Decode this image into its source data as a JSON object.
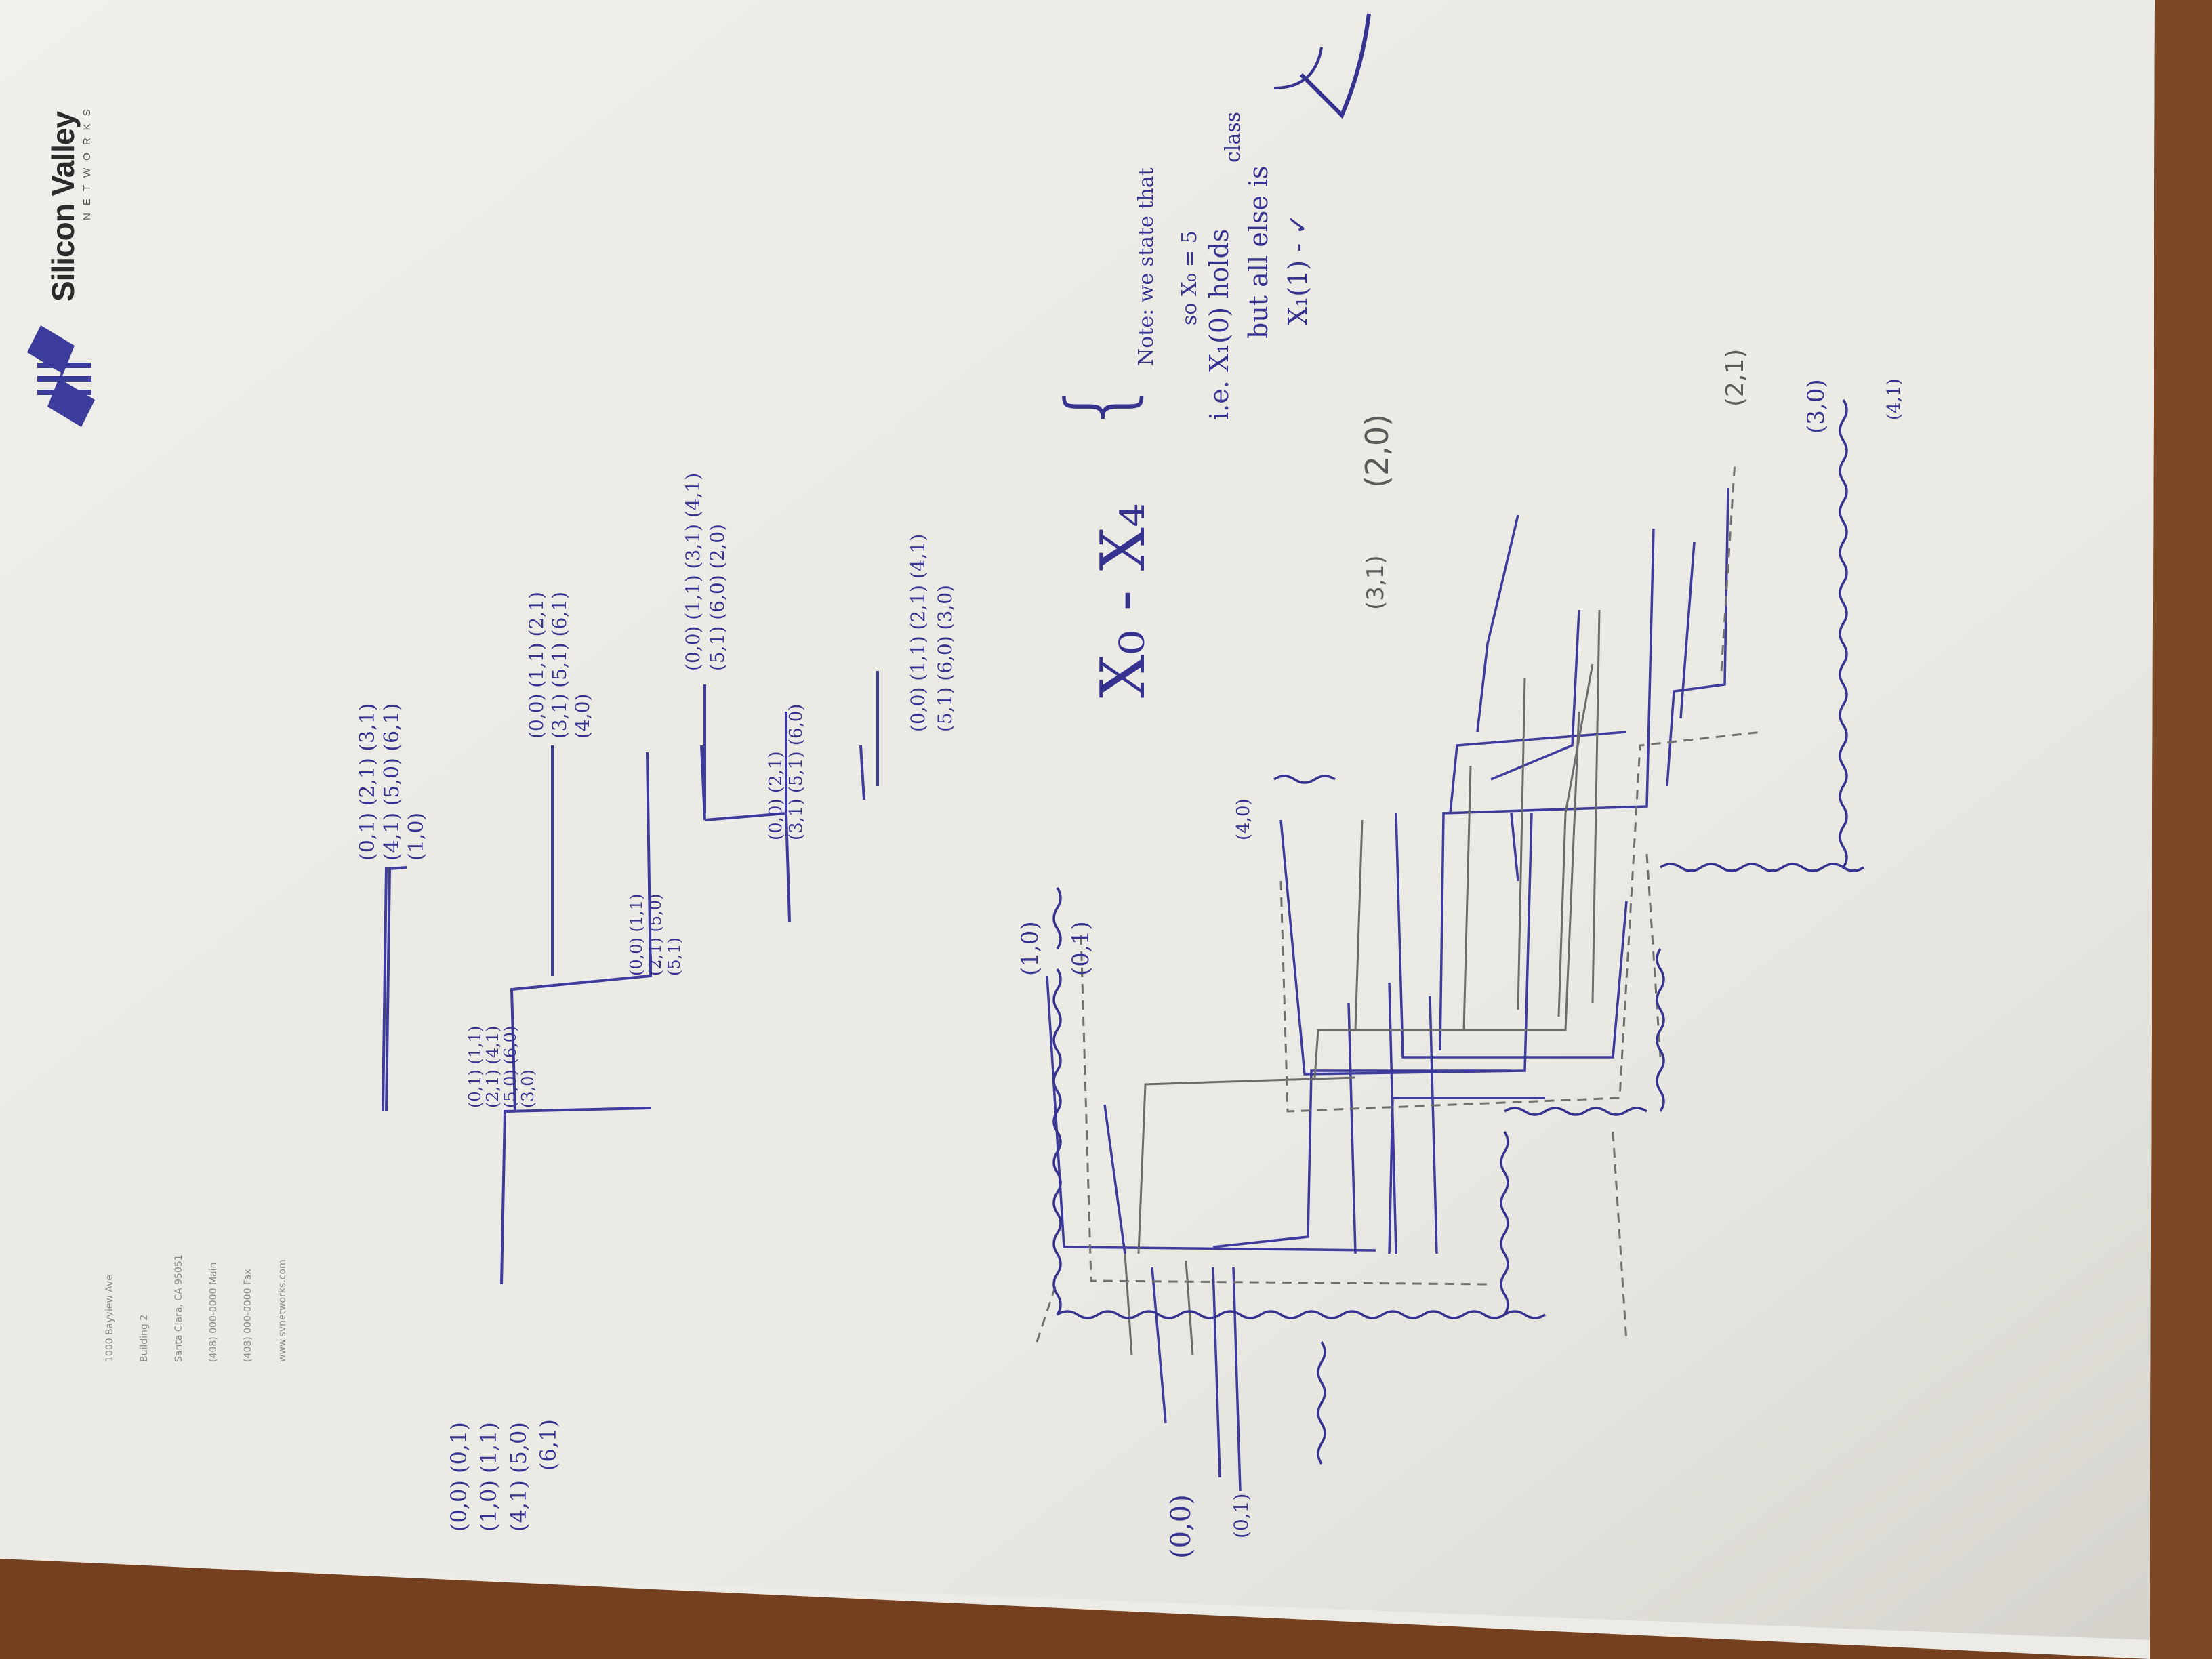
{
  "letterhead": {
    "company": "Silicon Valley",
    "subtitle": "NETWORKS",
    "address_lines": [
      "1000 Bayview Ave",
      "Building 2",
      "Santa Clara, CA 95051",
      "(408) 000-0000 Main",
      "(408) 000-0000 Fax",
      "www.svnetworks.com"
    ]
  },
  "top_tree": {
    "root_set": [
      "(0,0) (0,1)",
      "(1,0) (1,1)",
      "(4,1) (5,0)",
      "(6,1)"
    ],
    "left_leaf": [
      "(0,1) (1,1)",
      "(2,1) (4,1)",
      "(5,0) (6,0)",
      "(3,0)"
    ],
    "right_top": [
      "(0,1) (2,1) (3,1)",
      "(4,1) (5,0) (6,1)",
      "(1,0)"
    ],
    "mid_leaf": [
      "(0,0) (1,1)",
      "(2,1) (5,0)",
      "(5,1)"
    ],
    "mid_right": [
      "(0,0) (1,1) (2,1)",
      "(3,1) (5,1) (6,1)",
      "(4,0)"
    ],
    "lower_leaf": [
      "(0,0) (2,1)",
      "(3,1) (5,1) (6,0)"
    ],
    "lower_right": [
      "(0,0) (1,1) (3,1) (4,1)",
      "(5,1) (6,0) (2,0)"
    ],
    "bottom_right": [
      "(0,0) (1,1) (2,1) (4,1)",
      "(5,1) (6,0) (3,0)"
    ]
  },
  "formula": {
    "x0": "X₀ - X₄",
    "note_lines": [
      "Note: we state that",
      "so X₀ = 5",
      "class",
      "i.e. X₁(0) holds",
      "but all else is",
      "X₁(1) - ✓"
    ]
  },
  "bottom_labels": {
    "l00": "(0,0)",
    "l01": "(0,1)",
    "l10": "(1,0)",
    "l41": "(4,0)",
    "l31": "(3,1)",
    "l20": "(2,0)",
    "l21": "(2,1)",
    "l30": "(3,0)",
    "l4": "(4,1)"
  }
}
